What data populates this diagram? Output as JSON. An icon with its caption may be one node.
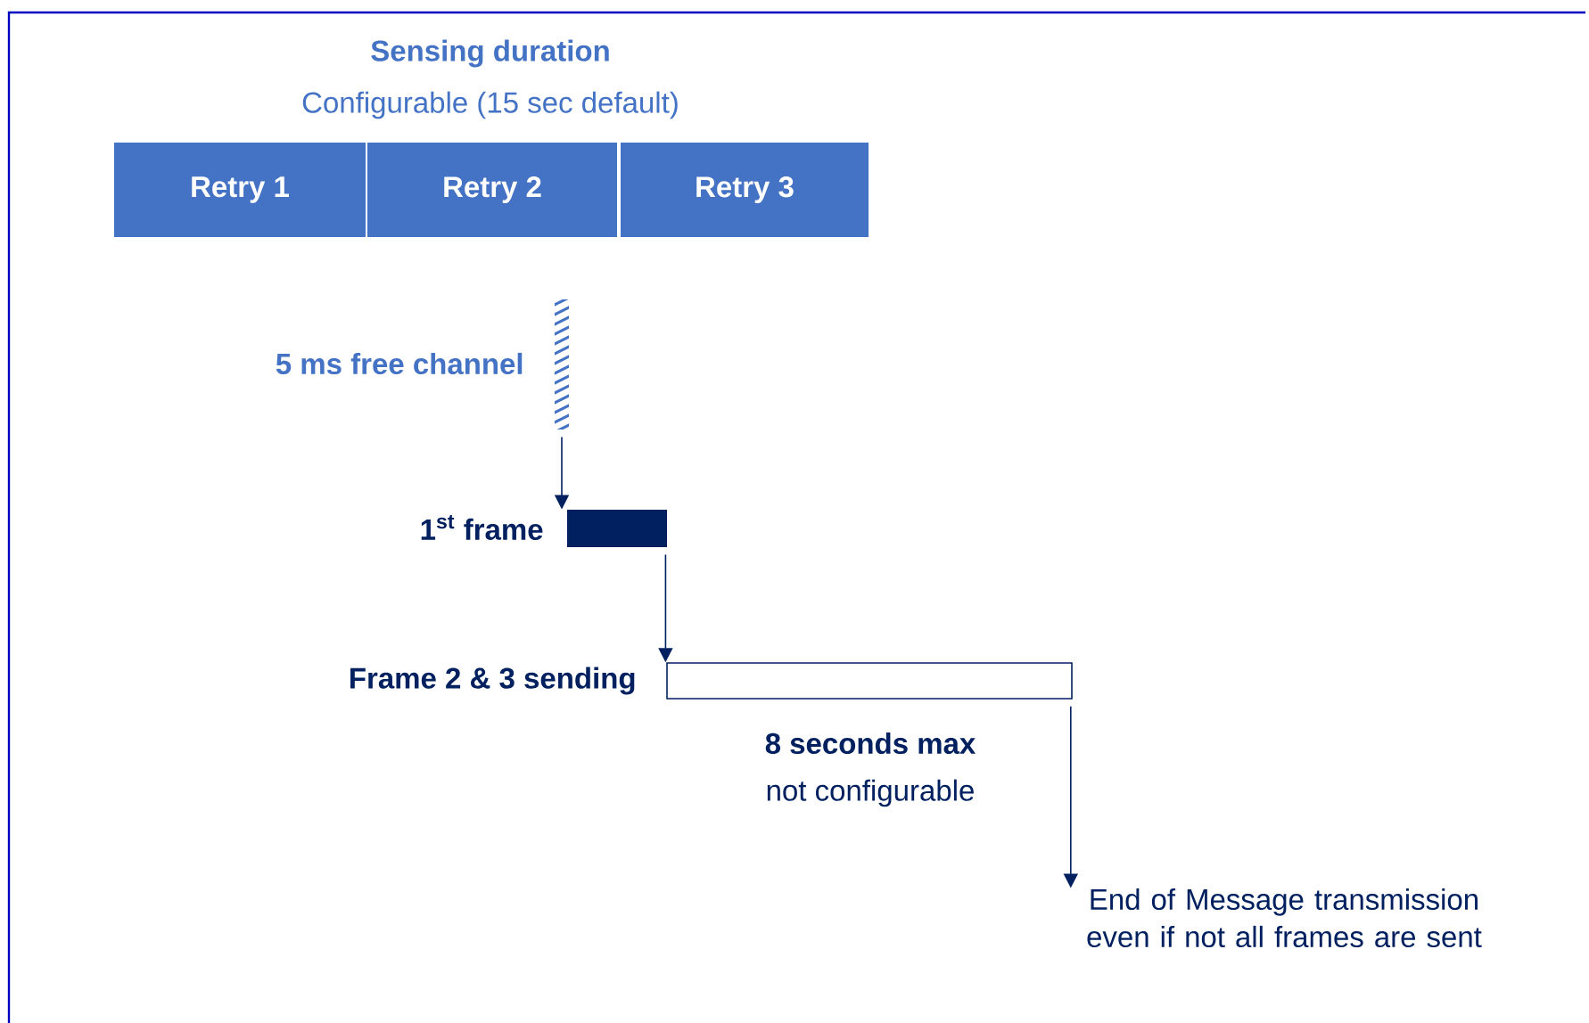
{
  "diagram": {
    "title": "Sensing duration",
    "nodes": [
      {
        "text": [
          "Retry 1"
        ]
      },
      {
        "text": [
          "Retry 2"
        ]
      },
      {
        "text": [
          "Retry 3"
        ]
      },
      {
        "text": [],
        "shape": "bar",
        "beside": [
          "5 ms free channel"
        ]
      },
      {
        "text": [],
        "shape": "bar",
        "beside": [
          "1$^{st}$ frame"
        ]
      },
      {
        "text": [],
        "shape": "bar",
        "beside": [
          "Frame 2 & 3 sending",
          "8 seconds max",
          "not configurable"
        ]
      },
      {
        "text": [
          "End of Message transmission even if not all frames are sent"
        ]
      }
    ],
    "edges": [
      {
        "from": 3,
        "to": 4,
        "arrow": "to"
      },
      {
        "from": 4,
        "to": 5,
        "arrow": "to"
      },
      {
        "from": 5,
        "to": 6,
        "arrow": "to"
      }
    ],
    "labels": [
      "Configurable (15 sec default)"
    ]
  }
}
